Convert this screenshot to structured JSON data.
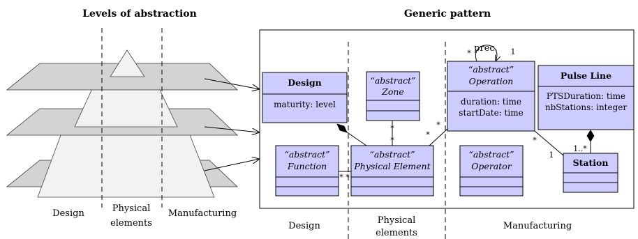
{
  "titles": {
    "left": "Levels of abstraction",
    "right": "Generic pattern"
  },
  "pyramid_labels": {
    "design": "Design",
    "physical_line1": "Physical",
    "physical_line2": "elements",
    "manufacturing": "Manufacturing"
  },
  "pattern_labels": {
    "design": "Design",
    "physical_line1": "Physical",
    "physical_line2": "elements",
    "manufacturing": "Manufacturing"
  },
  "classes": {
    "design": {
      "name": "Design",
      "attrs": [
        "maturity: level"
      ]
    },
    "zone": {
      "stereotype": "“abstract”",
      "name": "Zone"
    },
    "operation": {
      "stereotype": "“abstract”",
      "name": "Operation",
      "attrs": [
        "duration: time",
        "startDate: time"
      ]
    },
    "pulse_line": {
      "name": "Pulse Line",
      "attrs": [
        "PTSDuration: time",
        "nbStations: integer"
      ]
    },
    "function": {
      "stereotype": "“abstract”",
      "name": "Function"
    },
    "physical_element": {
      "stereotype": "“abstract”",
      "name": "Physical Element"
    },
    "operator": {
      "stereotype": "“abstract”",
      "name": "Operator"
    },
    "station": {
      "name": "Station"
    }
  },
  "multiplicities": {
    "func_phys_left": "*",
    "func_phys_right": "*",
    "zone_phys_top": "*",
    "zone_phys_bottom": "*",
    "op_phys_left": "*",
    "op_phys_right": "*",
    "op_self_star": "*",
    "op_self_one": "1",
    "op_station_star": "*",
    "op_station_one": "1",
    "station_many": "1..*",
    "prec": "prec."
  },
  "colors": {
    "class_fill": "#ccccff",
    "plane_fill": "#d3d3d3",
    "pyramid_fill": "#f0f0f0"
  }
}
